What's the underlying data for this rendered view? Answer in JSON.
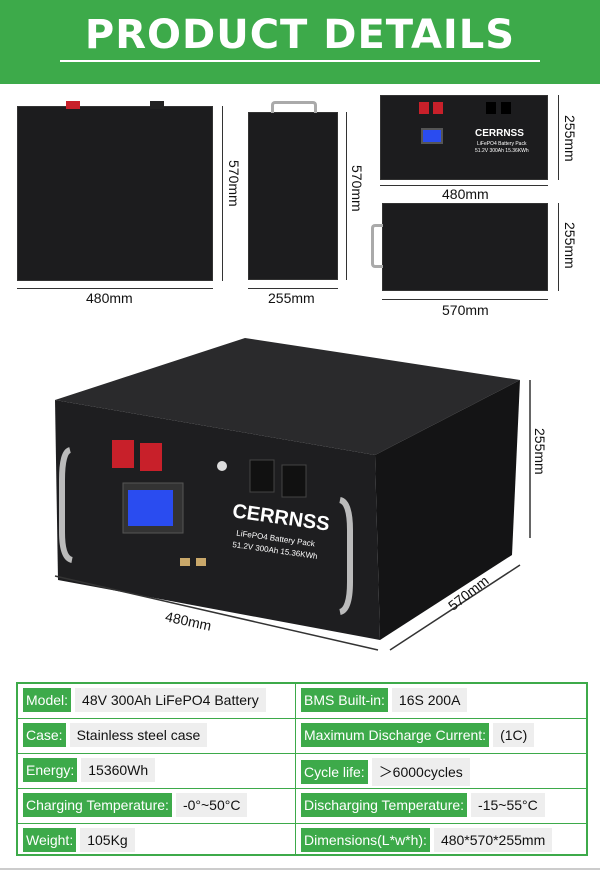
{
  "header": {
    "title": "PRODUCT DETAILS"
  },
  "colors": {
    "accent": "#3daa4a",
    "battery": "#1c1c1e",
    "terminal_red": "#c8202a"
  },
  "views": {
    "front": {
      "width": "480mm",
      "height": "570mm"
    },
    "side": {
      "width": "255mm",
      "height": "570mm"
    },
    "panel": {
      "width": "480mm",
      "height": "255mm",
      "brand": "CERRNSS",
      "line1": "LiFePO4 Battery Pack",
      "line2": "51.2V 300Ah 15.36KWh"
    },
    "top": {
      "width": "570mm",
      "height": "255mm"
    }
  },
  "main_product": {
    "brand": "CERRNSS",
    "line1": "LiFePO4 Battery Pack",
    "line2": "51.2V 300Ah 15.36KWh",
    "width": "480mm",
    "depth": "570mm",
    "height": "255mm"
  },
  "specs": [
    {
      "left": {
        "label": "Model:",
        "value": "48V 300Ah LiFePO4 Battery"
      },
      "right": {
        "label": "BMS Built-in:",
        "value": "16S 200A"
      }
    },
    {
      "left": {
        "label": "Case:",
        "value": "Stainless steel case"
      },
      "right": {
        "label": "Maximum Discharge Current:",
        "value": "(1C)"
      }
    },
    {
      "left": {
        "label": "Energy:",
        "value": "15360Wh"
      },
      "right": {
        "label": "Cycle life:",
        "value": "＞6000cycles"
      }
    },
    {
      "left": {
        "label": "Charging Temperature:",
        "value": "-0°~50°C"
      },
      "right": {
        "label": "Discharging Temperature:",
        "value": "-15~55°C"
      }
    },
    {
      "left": {
        "label": "Weight:",
        "value": "105Kg"
      },
      "right": {
        "label": "Dimensions(L*w*h):",
        "value": "480*570*255mm"
      }
    }
  ]
}
